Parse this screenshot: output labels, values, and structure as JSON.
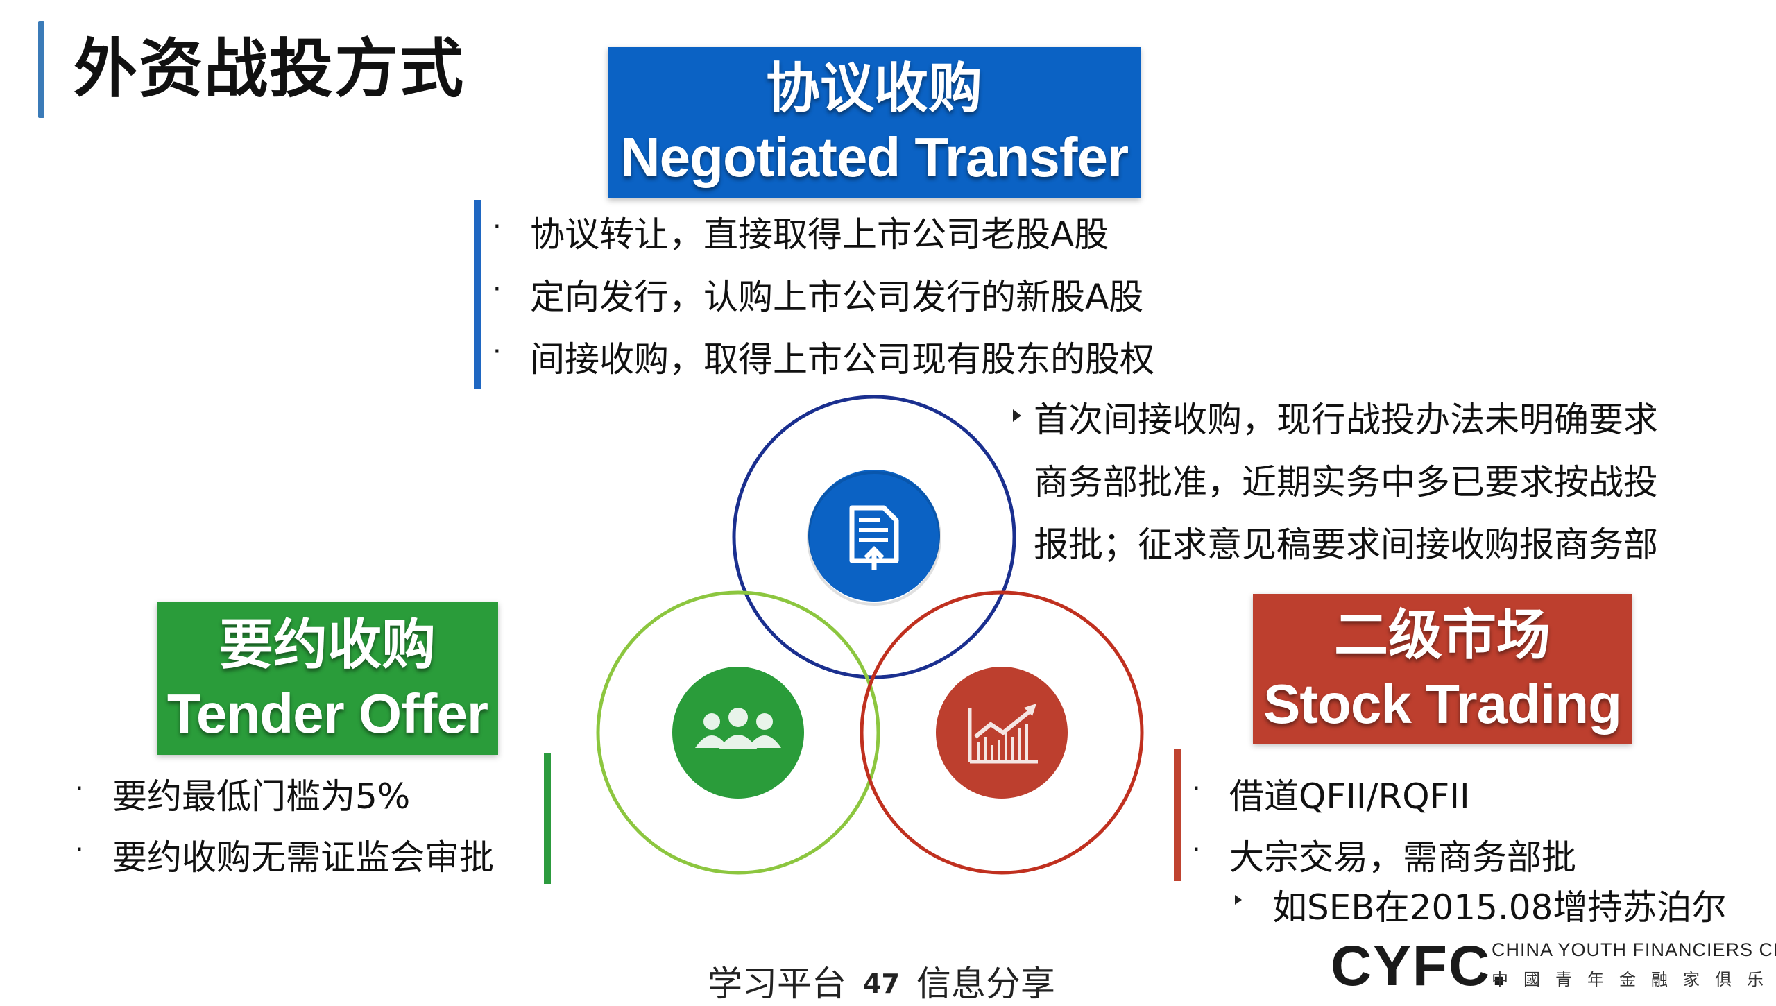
{
  "title": "外资战投方式",
  "negotiated": {
    "cn": "协议收购",
    "en": "Negotiated Transfer",
    "bullets": [
      "协议转让，直接取得上市公司老股A股",
      "定向发行，认购上市公司发行的新股A股",
      "间接收购，取得上市公司现有股东的股权"
    ],
    "note_lines": [
      "首次间接收购，现行战投办法未明确要求",
      "商务部批准，近期实务中多已要求按战投",
      "报批；征求意见稿要求间接收购报商务部"
    ]
  },
  "tender": {
    "cn": "要约收购",
    "en": "Tender Offer",
    "bullets": [
      "要约最低门槛为5%",
      "要约收购无需证监会审批"
    ]
  },
  "stock": {
    "cn": "二级市场",
    "en": "Stock Trading",
    "bullets": [
      "借道QFII/RQFII",
      "大宗交易，需商务部批"
    ],
    "sub_bullet": "如SEB在2015.08增持苏泊尔"
  },
  "footer": {
    "left": "学习平台",
    "page": "47",
    "right": "信息分享"
  },
  "logo": {
    "mark": "CYFC.",
    "en": "CHINA YOUTH FINANCIERS CLUB",
    "cn": "中國青年金融家俱乐部"
  },
  "colors": {
    "blue": "#0b62c4",
    "green": "#2a9c3a",
    "red": "#bd3f2e",
    "circle_blue": "#1a2f8f",
    "circle_green": "#8cc63f",
    "circle_red": "#c0301f"
  },
  "icons": [
    "document-upload-icon",
    "group-icon",
    "trend-chart-icon"
  ]
}
